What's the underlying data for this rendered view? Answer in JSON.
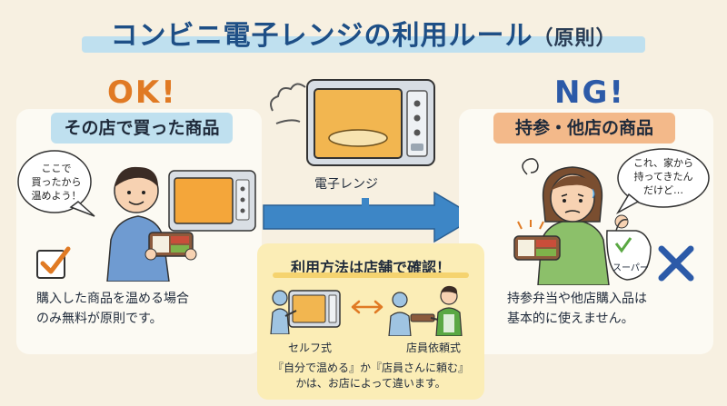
{
  "title": {
    "main": "コンビニ電子レンジの利用ルール",
    "sub": "（原則）"
  },
  "ok": {
    "label": "OK!",
    "tag": "その店で買った商品",
    "bubble": [
      "ここで",
      "買ったから",
      "温めよう！"
    ],
    "desc": [
      "購入した商品を温める場合",
      "のみ無料が原則です。"
    ]
  },
  "center": {
    "microwave_label": "電子レンジ"
  },
  "ng": {
    "label": "NG!",
    "tag": "持参・他店の商品",
    "bubble": [
      "これ、家から",
      "持ってきたん",
      "だけど…"
    ],
    "bag_text": "スーパー",
    "desc": [
      "持参弁当や他店購入品は",
      "基本的に使えません。"
    ]
  },
  "confirm": {
    "title": "利用方法は店舗で確認！",
    "self_label": "セルフ式",
    "staff_label": "店員依頼式",
    "note": [
      "『自分で温める』か『店員さんに頼む』",
      "かは、お店によって違います。"
    ]
  },
  "colors": {
    "ok": "#e07a24",
    "ng": "#2c5aa8",
    "title": "#1e4f86",
    "ok_tag_bg": "#bfe0ef",
    "ng_tag_bg": "#f3b98a",
    "confirm_bg": "#fbedb6",
    "arrow": "#3d86c6"
  }
}
